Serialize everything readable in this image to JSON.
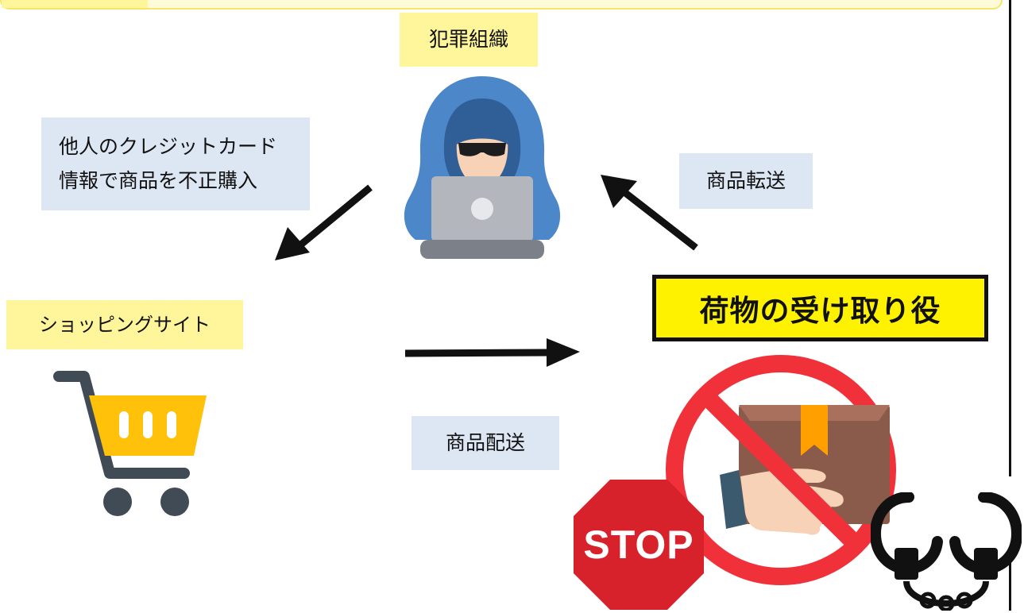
{
  "labels": {
    "criminal_org": "犯罪組織",
    "fraud_purchase_line1": "他人のクレジットカード",
    "fraud_purchase_line2": "情報で商品を不正購入",
    "forward": "商品転送",
    "shopping_site": "ショッピングサイト",
    "delivery": "商品配送",
    "receiver_role": "荷物の受け取り役"
  },
  "stop_sign": {
    "text": "STOP"
  },
  "icons": [
    "hacker-icon",
    "shopping-cart-icon",
    "package-handover-icon",
    "prohibited-sign-icon",
    "stop-sign-icon",
    "handcuffs-icon",
    "arrow-icon"
  ],
  "colors": {
    "yellow_label": "#fff59a",
    "blue_label": "#dde6f3",
    "main_label": "#fff200",
    "prohibit_red": "#f0313a",
    "stop_red": "#d7222c",
    "hood_blue": "#4c88c9",
    "cart_yellow": "#ffc10a"
  }
}
